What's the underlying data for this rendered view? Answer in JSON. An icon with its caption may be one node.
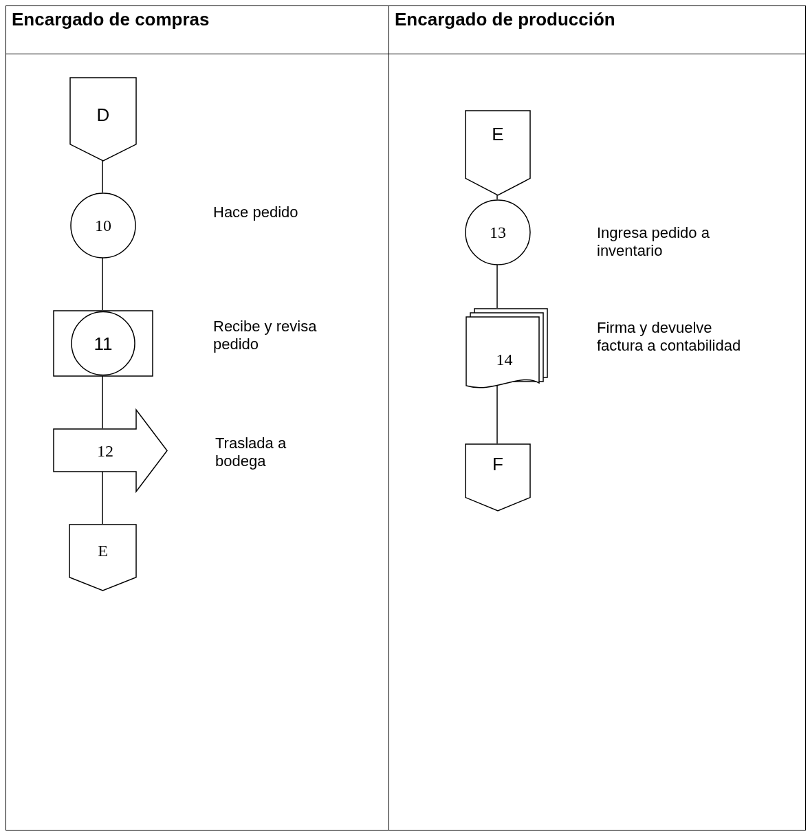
{
  "diagram": {
    "nodes": [
      {
        "text": [
          "Encargado de compras"
        ]
      },
      {
        "text": [
          "Encargado de producción"
        ]
      },
      {
        "text": [
          "D"
        ],
        "in": 0
      },
      {
        "text": [
          "10"
        ],
        "in": 0
      },
      {
        "text": [
          "11"
        ],
        "in": 0
      },
      {
        "text": [
          "12"
        ],
        "in": 0
      },
      {
        "text": [
          "E"
        ],
        "in": 0
      },
      {
        "text": [
          "E"
        ],
        "in": 1
      },
      {
        "text": [
          "13"
        ],
        "in": 1
      },
      {
        "text": [
          "14"
        ],
        "in": 1
      },
      {
        "text": [
          "F"
        ],
        "in": 1
      }
    ],
    "edges": [
      {
        "from": 2,
        "to": 3,
        "arrow": "none"
      },
      {
        "from": 3,
        "to": 4,
        "arrow": "none"
      },
      {
        "from": 4,
        "to": 5,
        "arrow": "none"
      },
      {
        "from": 5,
        "to": 6,
        "arrow": "none"
      },
      {
        "from": 7,
        "to": 8,
        "arrow": "none"
      },
      {
        "from": 8,
        "to": 9,
        "arrow": "none"
      },
      {
        "from": 9,
        "to": 10,
        "arrow": "none"
      }
    ],
    "labels": [
      "Hace pedido",
      "Recibe y revisa pedido",
      "Traslada a bodega",
      "Ingresa pedido a inventario",
      "Firma y devuelve factura a contabilidad"
    ]
  }
}
